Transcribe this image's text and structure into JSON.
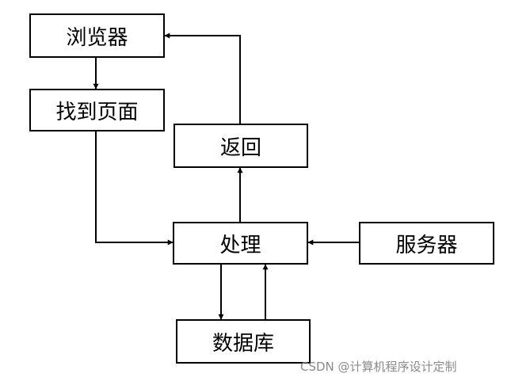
{
  "diagram": {
    "nodes": {
      "browser": "浏览器",
      "find_page": "找到页面",
      "return": "返回",
      "process": "处理",
      "server": "服务器",
      "database": "数据库"
    }
  },
  "watermark": "CSDN @计算机程序设计定制"
}
